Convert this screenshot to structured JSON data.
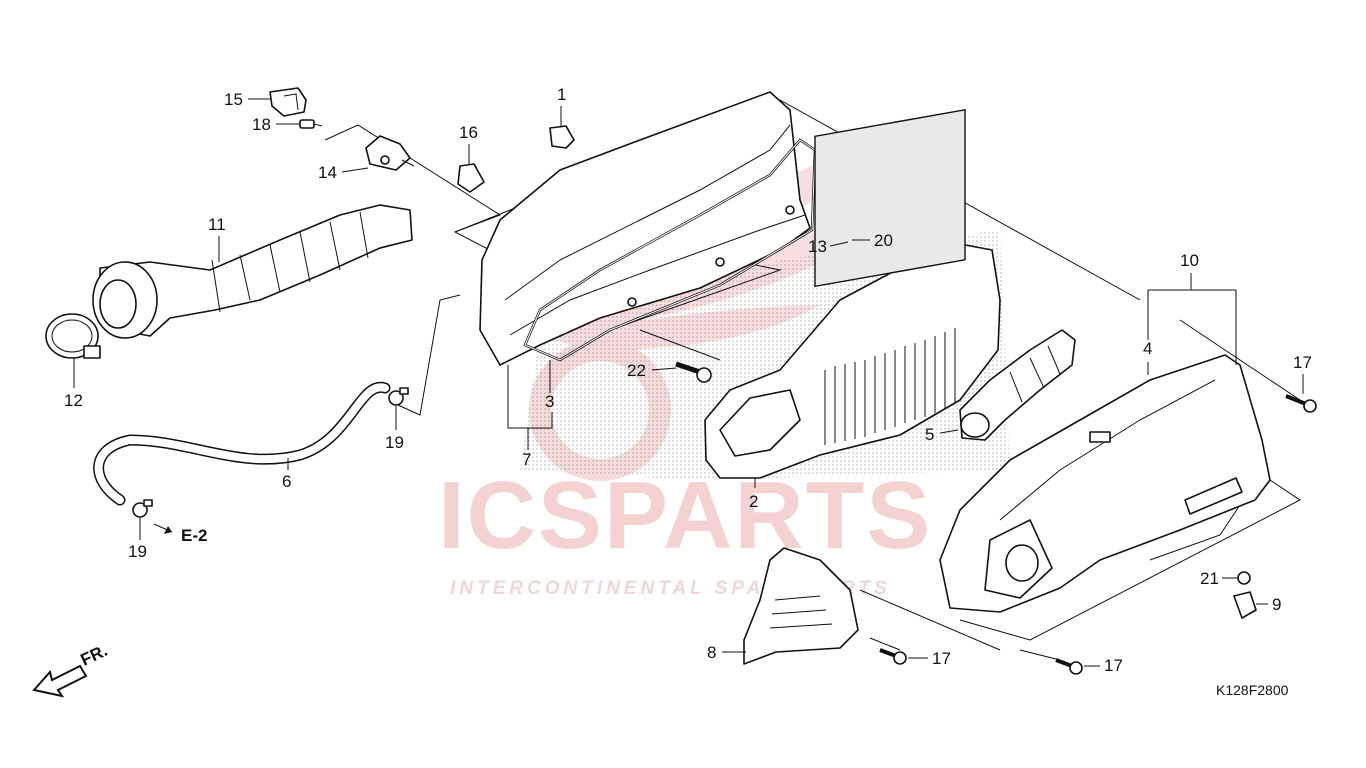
{
  "callouts": {
    "c1": "1",
    "c2": "2",
    "c3": "3",
    "c4": "4",
    "c5": "5",
    "c6": "6",
    "c7": "7",
    "c8": "8",
    "c9": "9",
    "c10": "10",
    "c11": "11",
    "c12": "12",
    "c13": "13",
    "c14": "14",
    "c15": "15",
    "c16": "16",
    "c17a": "17",
    "c17b": "17",
    "c17c": "17",
    "c18": "18",
    "c19a": "19",
    "c19b": "19",
    "c20": "20",
    "c21": "21",
    "c22": "22"
  },
  "reference": {
    "e2": "E-2",
    "front": "FR."
  },
  "diagram_code": "K128F2800",
  "watermark": {
    "brand": "ICSPARTS",
    "tagline": "INTERCONTINENTAL SPARE PARTS",
    "accent": "#e8a0a0"
  }
}
